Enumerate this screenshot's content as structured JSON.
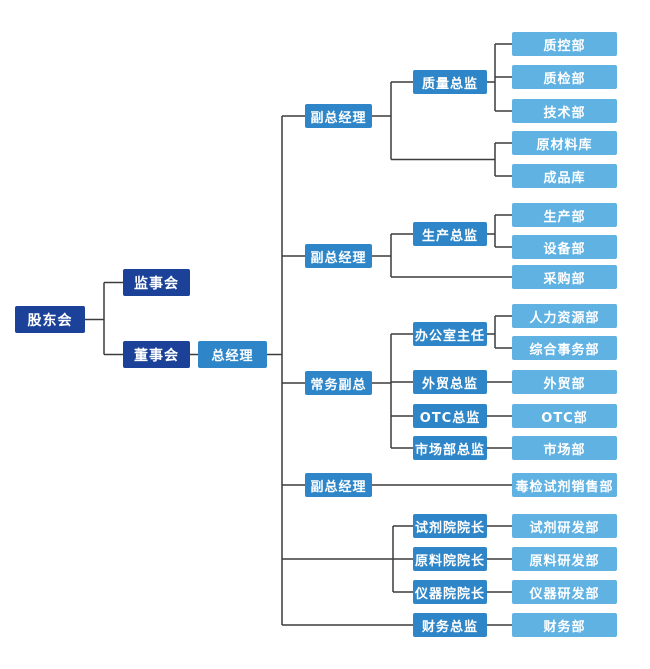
{
  "diagram": {
    "type": "org-chart",
    "colors": {
      "executive_box": "#1b4298",
      "manager_box": "#2e86c8",
      "department_box": "#60b2e3",
      "connector": "#3c3c3c",
      "text": "#ffffff",
      "background": "#ffffff"
    },
    "nodes": {
      "shareholders": {
        "label": "股东会"
      },
      "supervisors": {
        "label": "监事会"
      },
      "board": {
        "label": "董事会"
      },
      "gm": {
        "label": "总经理"
      },
      "vgm1": {
        "label": "副总经理"
      },
      "vgm2": {
        "label": "副总经理"
      },
      "evgm": {
        "label": "常务副总"
      },
      "vgm3": {
        "label": "副总经理"
      },
      "quality_director": {
        "label": "质量总监"
      },
      "production_director": {
        "label": "生产总监"
      },
      "office_director": {
        "label": "办公室主任"
      },
      "trade_director": {
        "label": "外贸总监"
      },
      "otc_director": {
        "label": "OTC总监"
      },
      "market_director": {
        "label": "市场部总监"
      },
      "reagent_dean": {
        "label": "试剂院院长"
      },
      "material_dean": {
        "label": "原料院院长"
      },
      "instrument_dean": {
        "label": "仪器院院长"
      },
      "finance_director": {
        "label": "财务总监"
      },
      "qc_dept": {
        "label": "质控部"
      },
      "qi_dept": {
        "label": "质检部"
      },
      "tech_dept": {
        "label": "技术部"
      },
      "raw_material_store": {
        "label": "原材料库"
      },
      "finished_store": {
        "label": "成品库"
      },
      "production_dept": {
        "label": "生产部"
      },
      "equipment_dept": {
        "label": "设备部"
      },
      "purchasing_dept": {
        "label": "采购部"
      },
      "hr_dept": {
        "label": "人力资源部"
      },
      "general_affairs_dept": {
        "label": "综合事务部"
      },
      "trade_dept": {
        "label": "外贸部"
      },
      "otc_dept": {
        "label": "OTC部"
      },
      "market_dept": {
        "label": "市场部"
      },
      "toxin_sales_dept": {
        "label": "毒检试剂销售部"
      },
      "reagent_rd_dept": {
        "label": "试剂研发部"
      },
      "material_rd_dept": {
        "label": "原料研发部"
      },
      "instrument_rd_dept": {
        "label": "仪器研发部"
      },
      "finance_dept": {
        "label": "财务部"
      }
    },
    "edges": [
      [
        "shareholders",
        "supervisors"
      ],
      [
        "shareholders",
        "board"
      ],
      [
        "board",
        "gm"
      ],
      [
        "gm",
        "vgm1"
      ],
      [
        "gm",
        "vgm2"
      ],
      [
        "gm",
        "evgm"
      ],
      [
        "gm",
        "vgm3"
      ],
      [
        "gm",
        "reagent_dean"
      ],
      [
        "gm",
        "material_dean"
      ],
      [
        "gm",
        "instrument_dean"
      ],
      [
        "gm",
        "finance_director"
      ],
      [
        "vgm1",
        "quality_director"
      ],
      [
        "vgm1",
        "raw_material_store"
      ],
      [
        "vgm1",
        "finished_store"
      ],
      [
        "quality_director",
        "qc_dept"
      ],
      [
        "quality_director",
        "qi_dept"
      ],
      [
        "quality_director",
        "tech_dept"
      ],
      [
        "vgm2",
        "production_director"
      ],
      [
        "vgm2",
        "purchasing_dept"
      ],
      [
        "production_director",
        "production_dept"
      ],
      [
        "production_director",
        "equipment_dept"
      ],
      [
        "evgm",
        "office_director"
      ],
      [
        "evgm",
        "trade_director"
      ],
      [
        "evgm",
        "otc_director"
      ],
      [
        "evgm",
        "market_director"
      ],
      [
        "office_director",
        "hr_dept"
      ],
      [
        "office_director",
        "general_affairs_dept"
      ],
      [
        "trade_director",
        "trade_dept"
      ],
      [
        "otc_director",
        "otc_dept"
      ],
      [
        "market_director",
        "market_dept"
      ],
      [
        "vgm3",
        "toxin_sales_dept"
      ],
      [
        "reagent_dean",
        "reagent_rd_dept"
      ],
      [
        "material_dean",
        "material_rd_dept"
      ],
      [
        "instrument_dean",
        "instrument_rd_dept"
      ],
      [
        "finance_director",
        "finance_dept"
      ]
    ]
  }
}
